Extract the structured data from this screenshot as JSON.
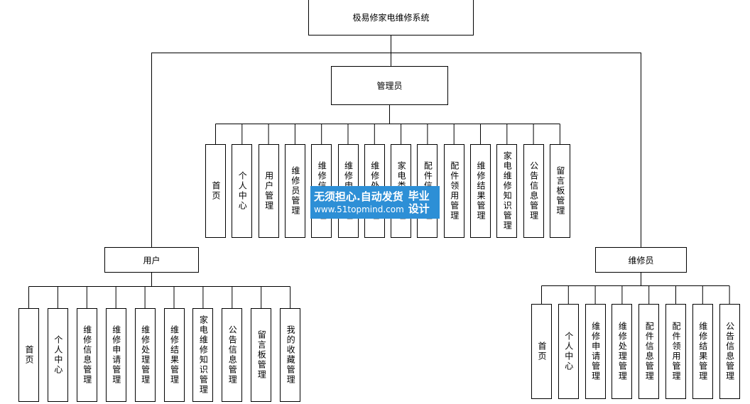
{
  "root": "极易修家电维修系统",
  "admin": {
    "title": "管理员",
    "items": [
      "首页",
      "个人中心",
      "用户管理",
      "维修员管理",
      "维修信息管理",
      "维修申请管理",
      "维修处理管理",
      "家电类型管理",
      "配件信息管理",
      "配件领用管理",
      "维修结果管理",
      "家电维修知识管理",
      "公告信息管理",
      "留言板管理"
    ]
  },
  "user": {
    "title": "用户",
    "items": [
      "首页",
      "个人中心",
      "维修信息管理",
      "维修申请管理",
      "维修处理管理",
      "维修结果管理",
      "家电维修知识管理",
      "公告信息管理",
      "留言板管理",
      "我的收藏管理"
    ]
  },
  "repairer": {
    "title": "维修员",
    "items": [
      "首页",
      "个人中心",
      "维修申请管理",
      "维修处理管理",
      "配件信息管理",
      "配件领用管理",
      "维修结果管理",
      "公告信息管理"
    ]
  },
  "watermark": {
    "line1": "无须担心.自动发货",
    "line2": "www.51topmind.com",
    "badge1": "毕业",
    "badge2": "设计"
  }
}
